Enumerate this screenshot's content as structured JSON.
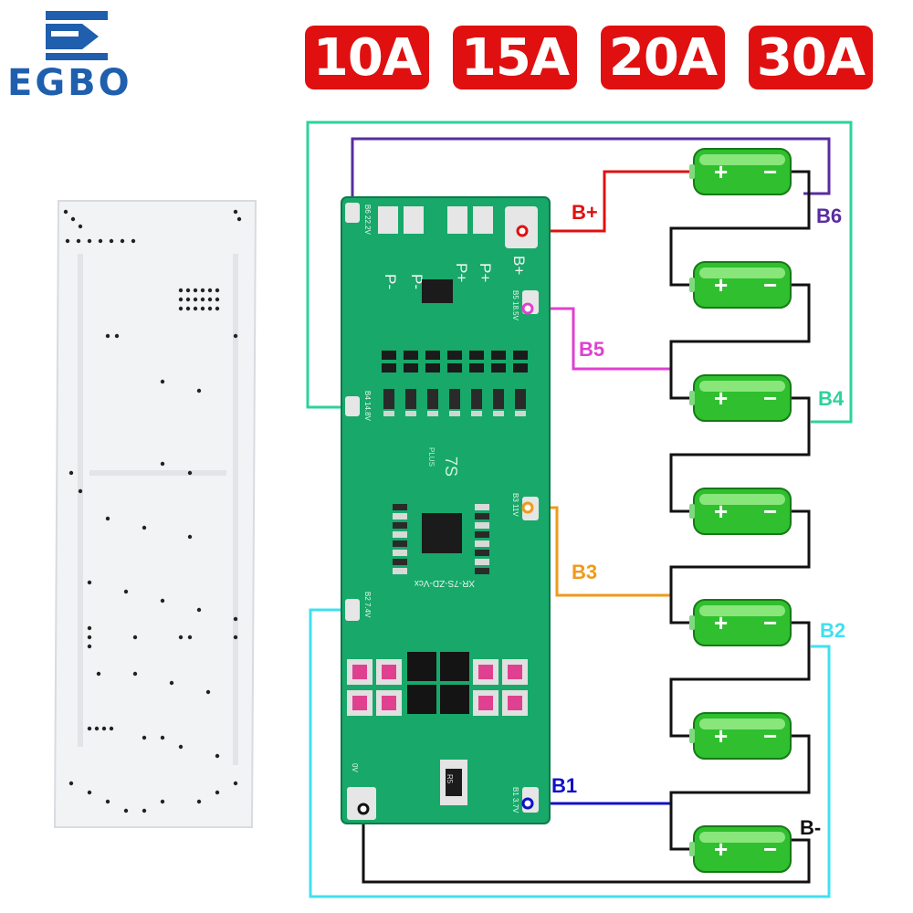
{
  "brand": {
    "name": "EGBO"
  },
  "ratings": [
    "10A",
    "15A",
    "20A",
    "30A"
  ],
  "board": {
    "top_pads": [
      "P-",
      "P-",
      "P+",
      "P+",
      "B+"
    ],
    "silk_b6": "B6 22.2V",
    "silk_b5": "B5 18.5V",
    "silk_b4": "B4 14.8V",
    "silk_b3": "B3 11V",
    "silk_b2": "B2 7.4V",
    "silk_b1": "B1 3.7V",
    "silk_0v": "0V",
    "silk_7s": "7S",
    "silk_plus": "PLUS",
    "silk_model": "XR-7S-ZD-Vcx",
    "silk_r": "R5"
  },
  "wire_labels": {
    "bplus": "B+",
    "b6": "B6",
    "b5": "B5",
    "b4": "B4",
    "b3": "B3",
    "b2": "B2",
    "b1": "B1",
    "bminus": "B-"
  },
  "colors": {
    "bplus": "#e01010",
    "b6": "#5a2ca0",
    "b5": "#e040d0",
    "b4": "#2cd39a",
    "b3": "#f09a1a",
    "b2": "#40e0f0",
    "b1": "#1010c8",
    "series": "#111111",
    "board": "#18a86a",
    "brand": "#1f5fae",
    "badge": "#e01010"
  },
  "battery": {
    "plus": "+",
    "minus": "−",
    "count": 7
  }
}
